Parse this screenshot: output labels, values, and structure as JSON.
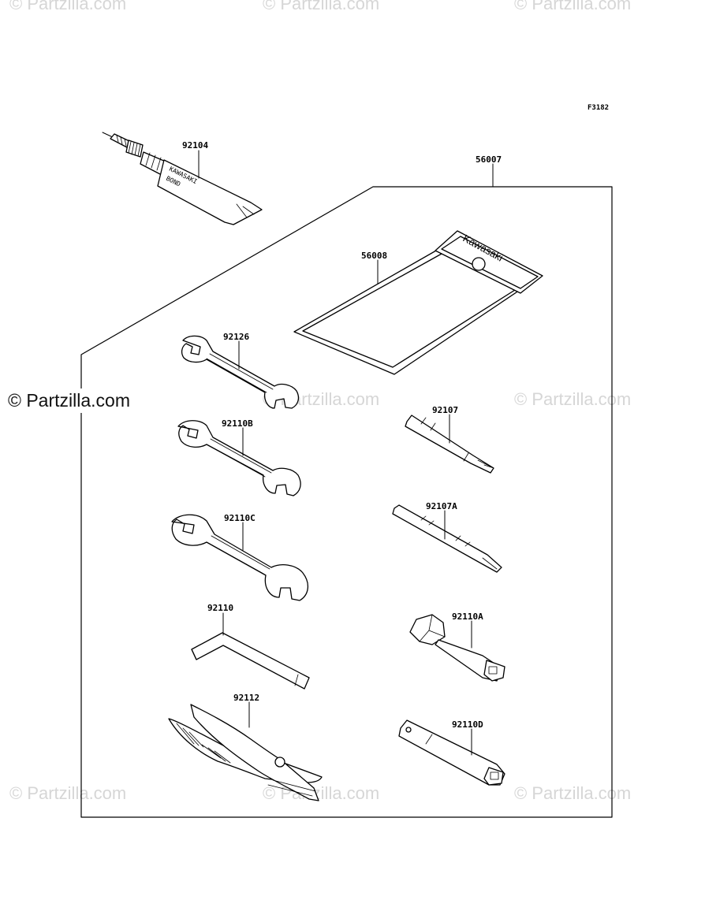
{
  "figure_code": "F3182",
  "watermark": {
    "text": "© Partzilla.com",
    "main": "© Partzilla.com"
  },
  "parts": {
    "p92104": "92104",
    "p56007": "56007",
    "p56008": "56008",
    "p92126": "92126",
    "p92110B": "92110B",
    "p92110C": "92110C",
    "p92110": "92110",
    "p92112": "92112",
    "p92107": "92107",
    "p92107A": "92107A",
    "p92110A": "92110A",
    "p92110D": "92110D"
  },
  "tube_text": {
    "brand": "KAWASAKI",
    "product": "BOND"
  },
  "pouch_text": "Kawasaki"
}
